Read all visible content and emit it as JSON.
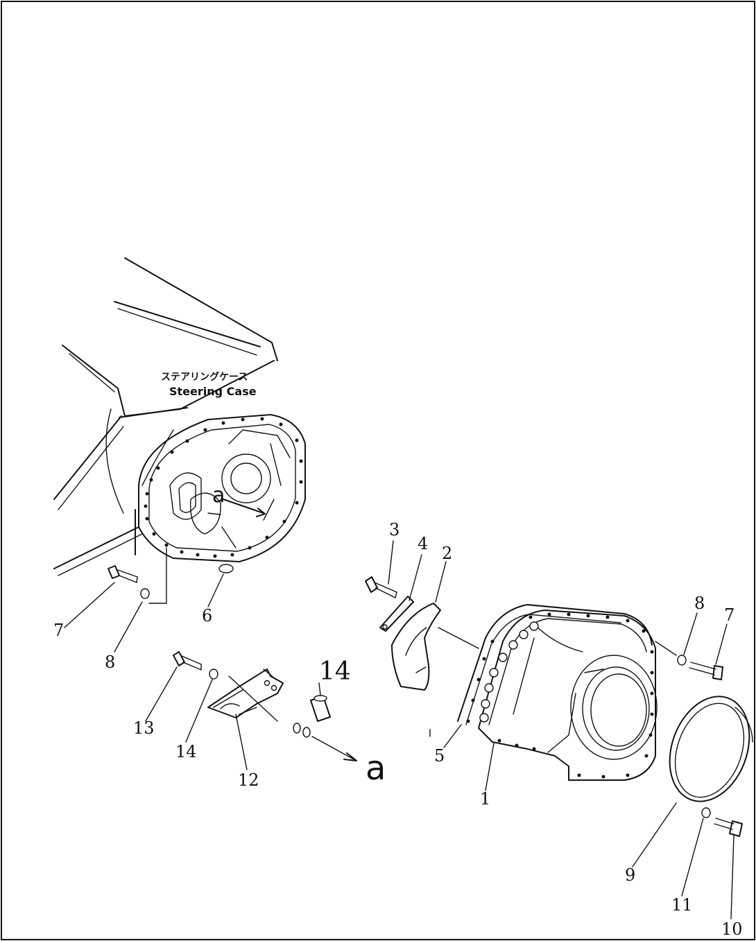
{
  "diagram": {
    "case_label_jp": "ステアリングケース",
    "case_label_en": "Steering Case",
    "view_ref_inner": "a",
    "view_ref_outer": "a",
    "callouts": {
      "c1": "1",
      "c2": "2",
      "c3": "3",
      "c4": "4",
      "c5": "5",
      "c6": "6",
      "c7a": "7",
      "c7b": "7",
      "c8a": "8",
      "c8b": "8",
      "c9": "9",
      "c10": "10",
      "c11": "11",
      "c12": "12",
      "c13": "13",
      "c14a": "14",
      "c14b": "14"
    }
  }
}
